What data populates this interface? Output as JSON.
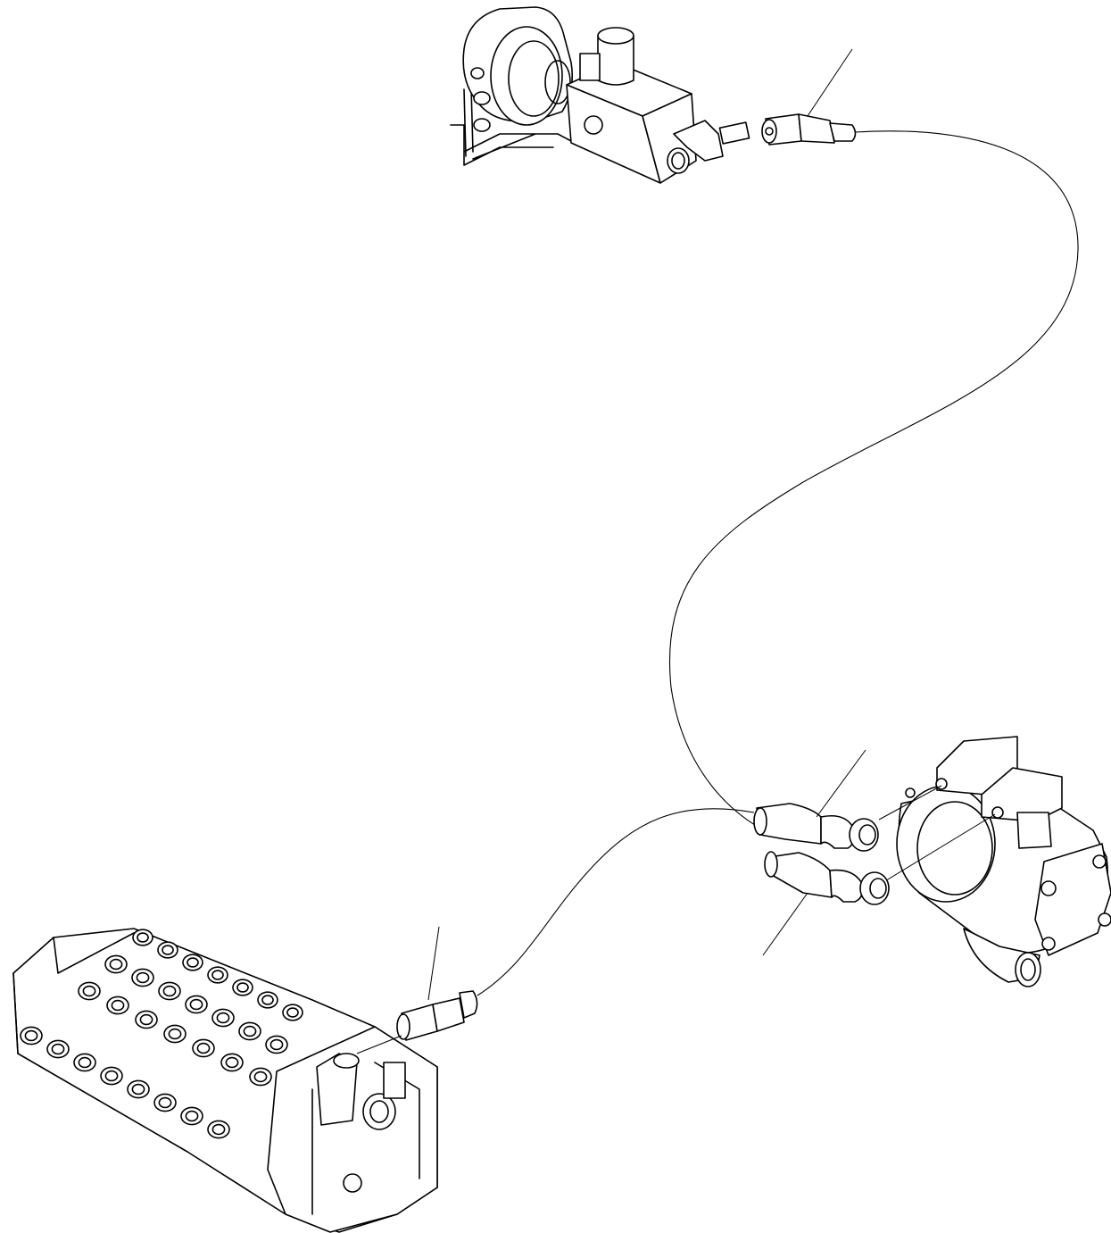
{
  "diagram": {
    "kind": "hydraulic hose routing exploded view",
    "background": "#ffffff",
    "line_color": "#000000",
    "components": [
      {
        "id": "brake-valve-assembly",
        "position": "top-center"
      },
      {
        "id": "hydraulic-pump",
        "position": "right-middle"
      },
      {
        "id": "control-valve-block",
        "position": "bottom-left"
      },
      {
        "id": "pilot-hose-upper",
        "connects": [
          "brake-valve-assembly",
          "hydraulic-pump"
        ]
      },
      {
        "id": "pilot-hose-lower",
        "connects": [
          "hydraulic-pump",
          "control-valve-block"
        ]
      }
    ],
    "leader_lines": 4
  }
}
